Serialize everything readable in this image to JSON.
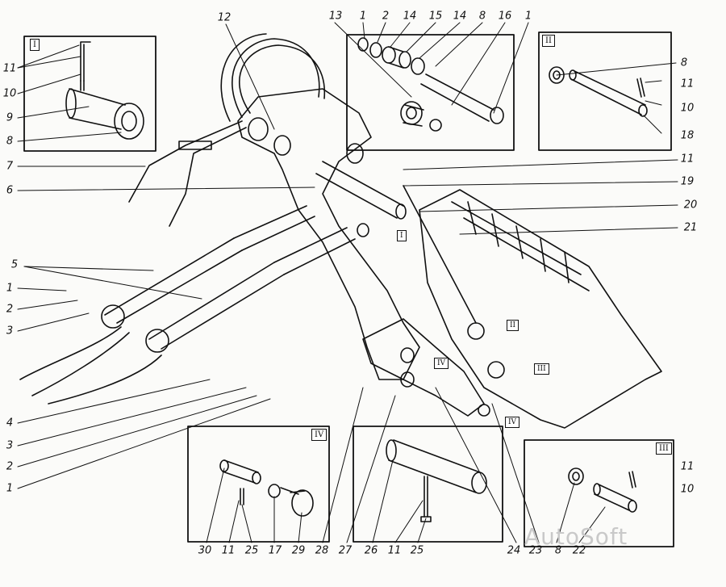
{
  "insets": [
    {
      "id": "inset-I",
      "label": "I"
    },
    {
      "id": "inset-II",
      "label": "II"
    },
    {
      "id": "inset-III",
      "label": "III"
    },
    {
      "id": "inset-IV",
      "label": "IV"
    }
  ],
  "marks": [
    {
      "id": "mark-I",
      "label": "I"
    },
    {
      "id": "mark-II",
      "label": "II"
    },
    {
      "id": "mark-III",
      "label": "III"
    },
    {
      "id": "mark-IV-a",
      "label": "IV"
    },
    {
      "id": "mark-IV-b",
      "label": "IV"
    }
  ],
  "callouts": {
    "left": [
      "11",
      "10",
      "9",
      "8",
      "7",
      "6",
      "5",
      "1",
      "2",
      "3",
      "4",
      "3",
      "2",
      "1"
    ],
    "top_center": [
      "12",
      "13",
      "1",
      "2",
      "14",
      "15",
      "14",
      "8",
      "16",
      "1"
    ],
    "right": [
      "8",
      "11",
      "10",
      "18",
      "11",
      "19",
      "20",
      "21",
      "11",
      "10"
    ],
    "bottom": [
      "30",
      "11",
      "25",
      "17",
      "29",
      "28",
      "27",
      "26",
      "11",
      "25",
      "24",
      "23",
      "8",
      "22"
    ]
  },
  "watermark": "AutoSoft"
}
